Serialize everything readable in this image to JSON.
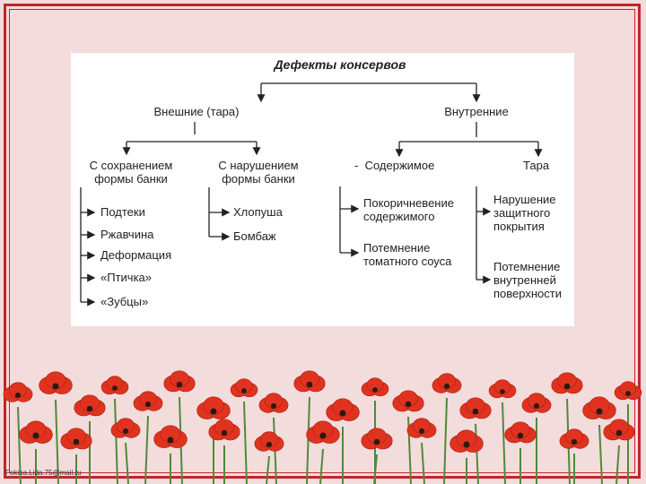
{
  "title": "Дефекты консервов",
  "level1": {
    "left": "Внешние (тара)",
    "right": "Внутренние"
  },
  "level2": {
    "ext_keep": [
      "С сохранением",
      "формы банки"
    ],
    "ext_break": [
      "С нарушением",
      "формы банки"
    ],
    "int_content_marker": "-",
    "int_content": "Содержимое",
    "int_tara": "Тара"
  },
  "leaves": {
    "ext_keep": [
      "Подтеки",
      "Ржавчина",
      "Деформация",
      "«Птичка»",
      "«Зубцы»"
    ],
    "ext_break": [
      "Хлопуша",
      "Бомбаж"
    ],
    "int_content": [
      [
        "Покоричневение",
        "содержимого"
      ],
      [
        "Потемнение",
        "томатного соуса"
      ]
    ],
    "int_tara": [
      [
        "Нарушение",
        "защитного",
        "покрытия"
      ],
      [
        "Потемнение",
        "внутренней",
        "поверхности"
      ]
    ]
  },
  "credit": "Fokina.Lida.75@mail.ru",
  "colors": {
    "frame": "#c0262c",
    "background": "#f3dcdc",
    "poppy": "#e0331f",
    "stem": "#4f8a3a"
  }
}
